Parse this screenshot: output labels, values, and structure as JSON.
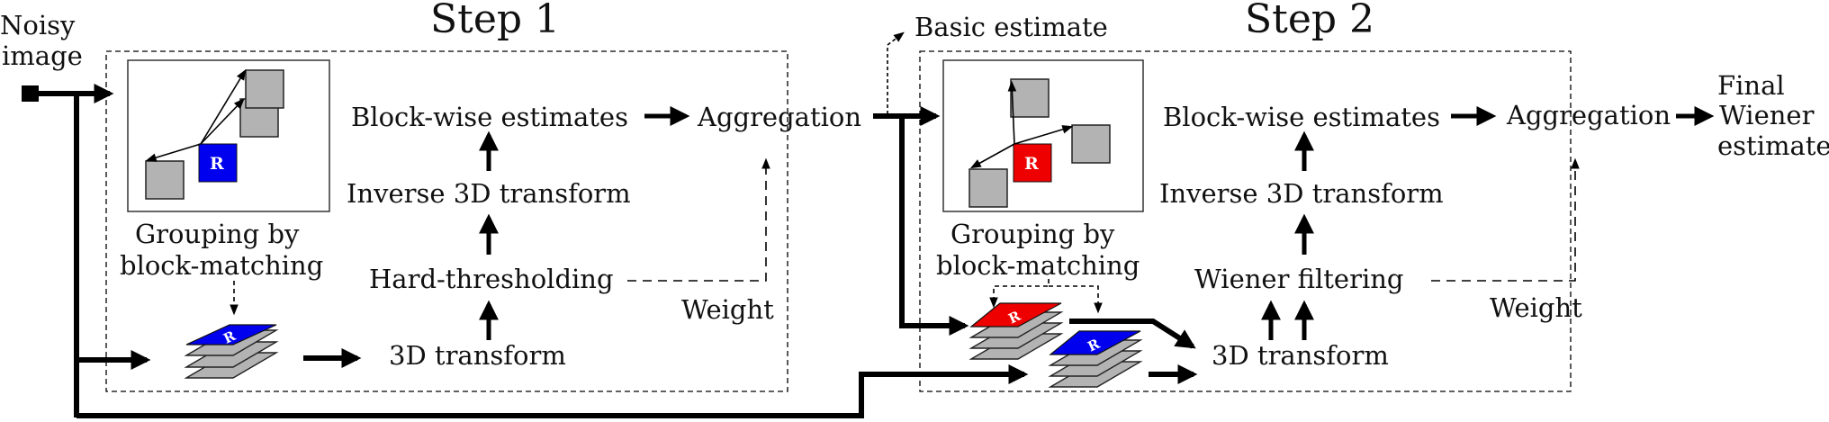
{
  "diagram": {
    "input_label": [
      "Noisy",
      "image"
    ],
    "step1": {
      "title": "Step 1",
      "grouping_label": [
        "Grouping by",
        "block-matching"
      ],
      "ref_block_letter": "R",
      "ref_color": "#0000ee",
      "block_color": "#b3b3b3",
      "nodes": {
        "transform": "3D transform",
        "filter": "Hard-thresholding",
        "inverse": "Inverse 3D transform",
        "estimates": "Block-wise estimates",
        "aggregation": "Aggregation"
      },
      "weight_label": "Weight"
    },
    "intermediate_label": "Basic estimate",
    "step2": {
      "title": "Step 2",
      "grouping_label": [
        "Grouping by",
        "block-matching"
      ],
      "ref_block_letter": "R",
      "ref_color": "#ee0000",
      "second_stack_color": "#0000ee",
      "block_color": "#b3b3b3",
      "nodes": {
        "transform": "3D transform",
        "filter": "Wiener filtering",
        "inverse": "Inverse 3D transform",
        "estimates": "Block-wise estimates",
        "aggregation": "Aggregation"
      },
      "weight_label": "Weight"
    },
    "output_label": [
      "Final",
      "Wiener",
      "estimate"
    ]
  }
}
